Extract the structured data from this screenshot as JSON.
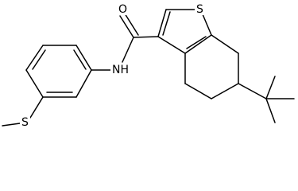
{
  "atoms": {
    "oxygen": "O",
    "sulfur_ring": "S",
    "nitrogen_h": "NH",
    "sulfur_methyl": "S"
  },
  "colors": {
    "bond": "#000000",
    "label": "#000000",
    "background": "#ffffff"
  }
}
